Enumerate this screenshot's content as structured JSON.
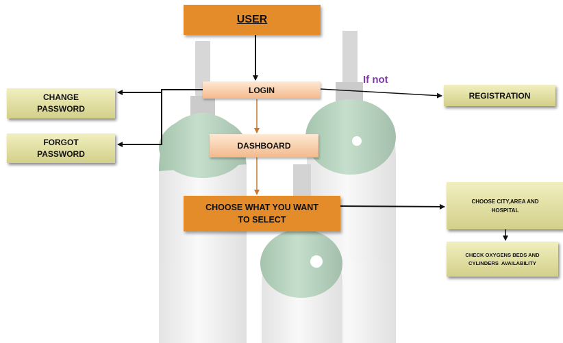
{
  "nodes": {
    "user": "USER",
    "login": "LOGIN",
    "dashboard": "DASHBOARD",
    "choose_line1": "CHOOSE WHAT YOU WANT",
    "choose_line2": "TO SELECT",
    "change_line1": "CHANGE",
    "change_line2": "PASSWORD",
    "forgot_line1": "FORGOT",
    "forgot_line2": "PASSWORD",
    "registration": "REGISTRATION",
    "city_line1": "CHOOSE CITY,AREA AND",
    "city_line2": "HOSPITAL",
    "check_line1": "CHECK OXYGENS BEDS AND",
    "check_line2": "CYLINDERS  AVAILABILITY"
  },
  "edge_labels": {
    "if_not": "If not"
  },
  "colors": {
    "accent_orange": "#e48b2a",
    "box_olive": "#d3d08a",
    "label_purple": "#7e3aa8",
    "cylinder_green": "#5f9a70"
  },
  "background_image": "oxygen-cylinders-illustration"
}
